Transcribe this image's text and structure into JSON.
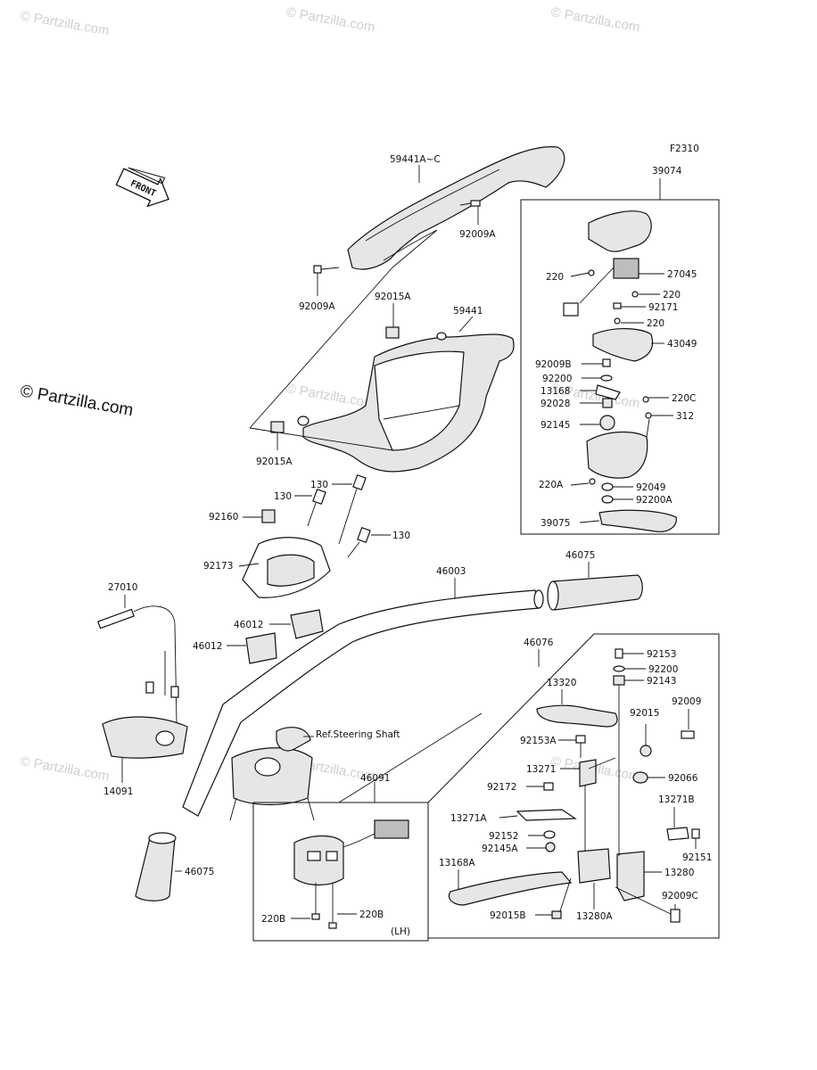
{
  "figure_code": "F2310",
  "front_label": "FRONT",
  "ref_note": "Ref.Steering Shaft",
  "side_note": "(LH)",
  "watermark": "© Partzilla.com",
  "parts": {
    "p59441AC": "59441A~C",
    "p92009A_top": "92009A",
    "p92009A_left": "92009A",
    "p92015A_top": "92015A",
    "p92015A_bot": "92015A",
    "p59441": "59441",
    "p39074": "39074",
    "p27045": "27045",
    "p220_a": "220",
    "p220_b": "220",
    "p220_c": "220",
    "p92171": "92171",
    "p43049": "43049",
    "p92009B": "92009B",
    "p92200": "92200",
    "p13168": "13168",
    "p92028": "92028",
    "p220C": "220C",
    "p312": "312",
    "p92145": "92145",
    "p220A": "220A",
    "p92049": "92049",
    "p92200A": "92200A",
    "p39075": "39075",
    "p130_a": "130",
    "p130_b": "130",
    "p130_c": "130",
    "p92160": "92160",
    "p92173": "92173",
    "p46012_a": "46012",
    "p46012_b": "46012",
    "p46003": "46003",
    "p46075_top": "46075",
    "p46075_bot": "46075",
    "p27010": "27010",
    "p14091": "14091",
    "p46076": "46076",
    "p92153": "92153",
    "p92200_r": "92200",
    "p92143": "92143",
    "p13320": "13320",
    "p92009": "92009",
    "p92015": "92015",
    "p92153A": "92153A",
    "p13271": "13271",
    "p92066": "92066",
    "p92172": "92172",
    "p13271B": "13271B",
    "p13271A": "13271A",
    "p92152": "92152",
    "p92145A": "92145A",
    "p92151": "92151",
    "p13168A": "13168A",
    "p13280": "13280",
    "p92009C": "92009C",
    "p92015B": "92015B",
    "p13280A": "13280A",
    "p46091": "46091",
    "p220B_a": "220B",
    "p220B_b": "220B"
  }
}
